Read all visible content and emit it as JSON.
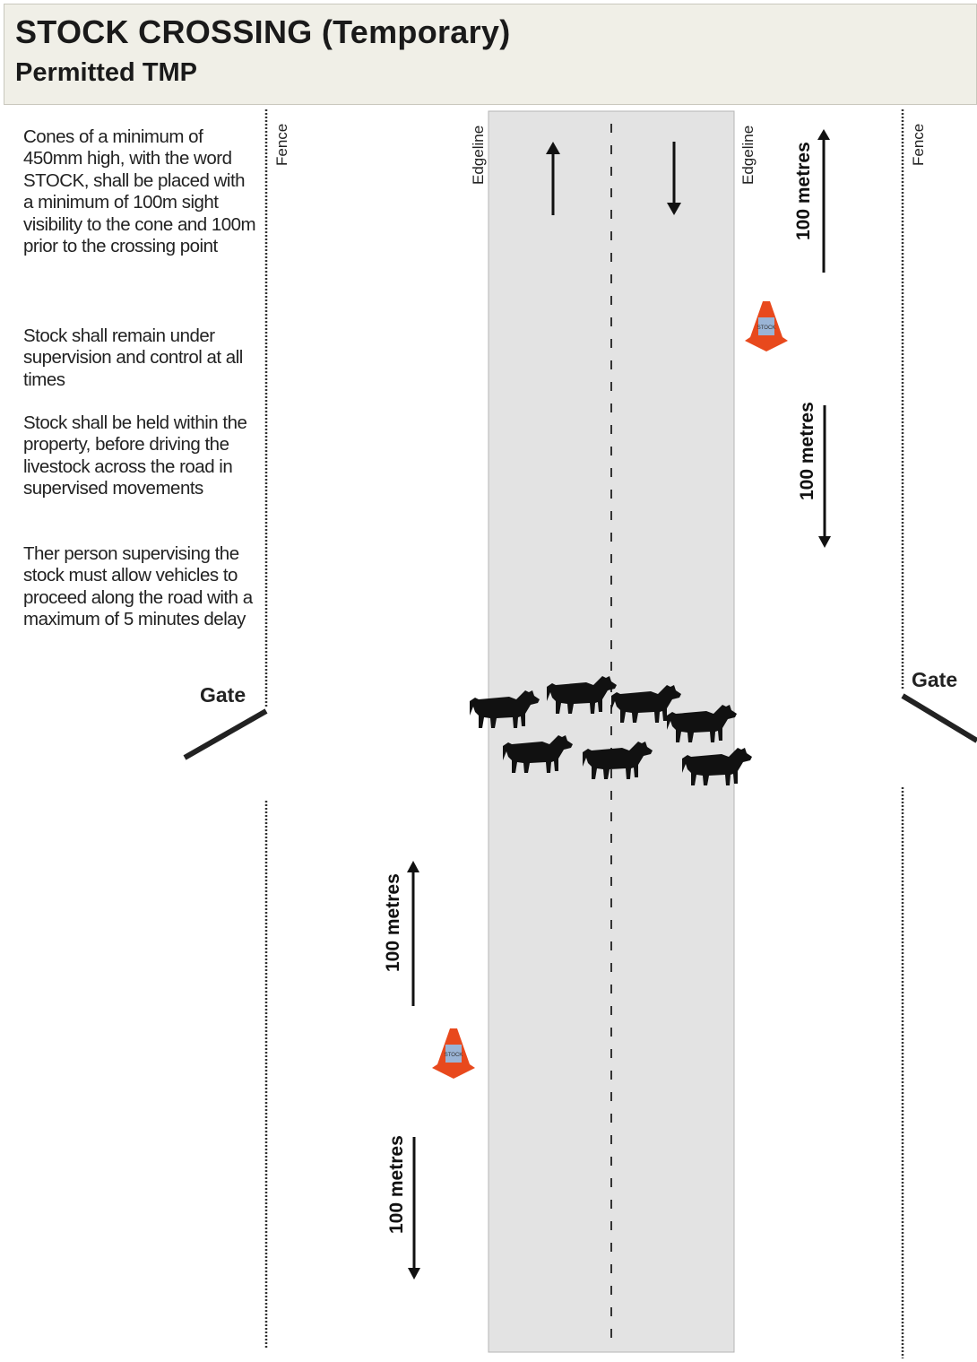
{
  "header": {
    "title": "STOCK CROSSING (Temporary)",
    "subtitle": "Permitted TMP"
  },
  "notes": [
    "Cones of a minimum of 450mm high, with the word STOCK, shall be placed with a minimum of 100m sight visibility to the cone and 100m prior to the crossing point",
    "Stock shall remain under supervision and control at all times",
    "Stock shall be held within the property, before driving the livestock across the road in supervised movements",
    "Ther person supervising the stock must allow vehicles to proceed along the road with a maximum of 5 minutes delay"
  ],
  "labels": {
    "fence": "Fence",
    "edgeline": "Edgeline",
    "gate": "Gate",
    "distance": "100 metres",
    "cone_word": "STOCK"
  },
  "colors": {
    "road": "#e3e3e3",
    "cone": "#e8491d",
    "cone_band": "#9ab4d6",
    "stock": "#111111",
    "header_bg": "#f0efe7"
  },
  "icons": [
    "up-arrow-icon",
    "down-arrow-icon",
    "traffic-cone-icon",
    "cow-icon"
  ]
}
